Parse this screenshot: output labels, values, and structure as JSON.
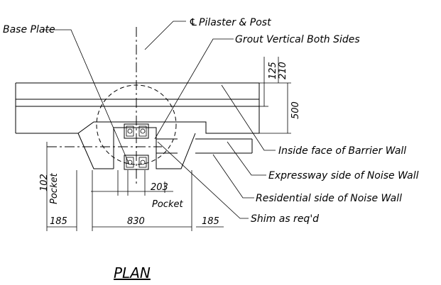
{
  "labels": {
    "base_plate": "Base Plate",
    "centerline_symbol": "℄",
    "pilaster_post": "Pilaster & Post",
    "grout_vertical": "Grout Vertical Both Sides",
    "inside_face": "Inside face of Barrier Wall",
    "expressway_side": "Expressway side of Noise Wall",
    "residential_side": "Residential side of Noise Wall",
    "shim": "Shim as req'd",
    "view_title": "PLAN"
  },
  "dimensions": {
    "d125": "125",
    "d210": "210",
    "d500": "500",
    "d102": "102",
    "pocket_left": "Pocket",
    "d203": "203",
    "pocket_right": "Pocket",
    "d185_left": "185",
    "d830": "830",
    "d185_right": "185"
  },
  "colors": {
    "line": "#000000",
    "background": "#ffffff"
  }
}
